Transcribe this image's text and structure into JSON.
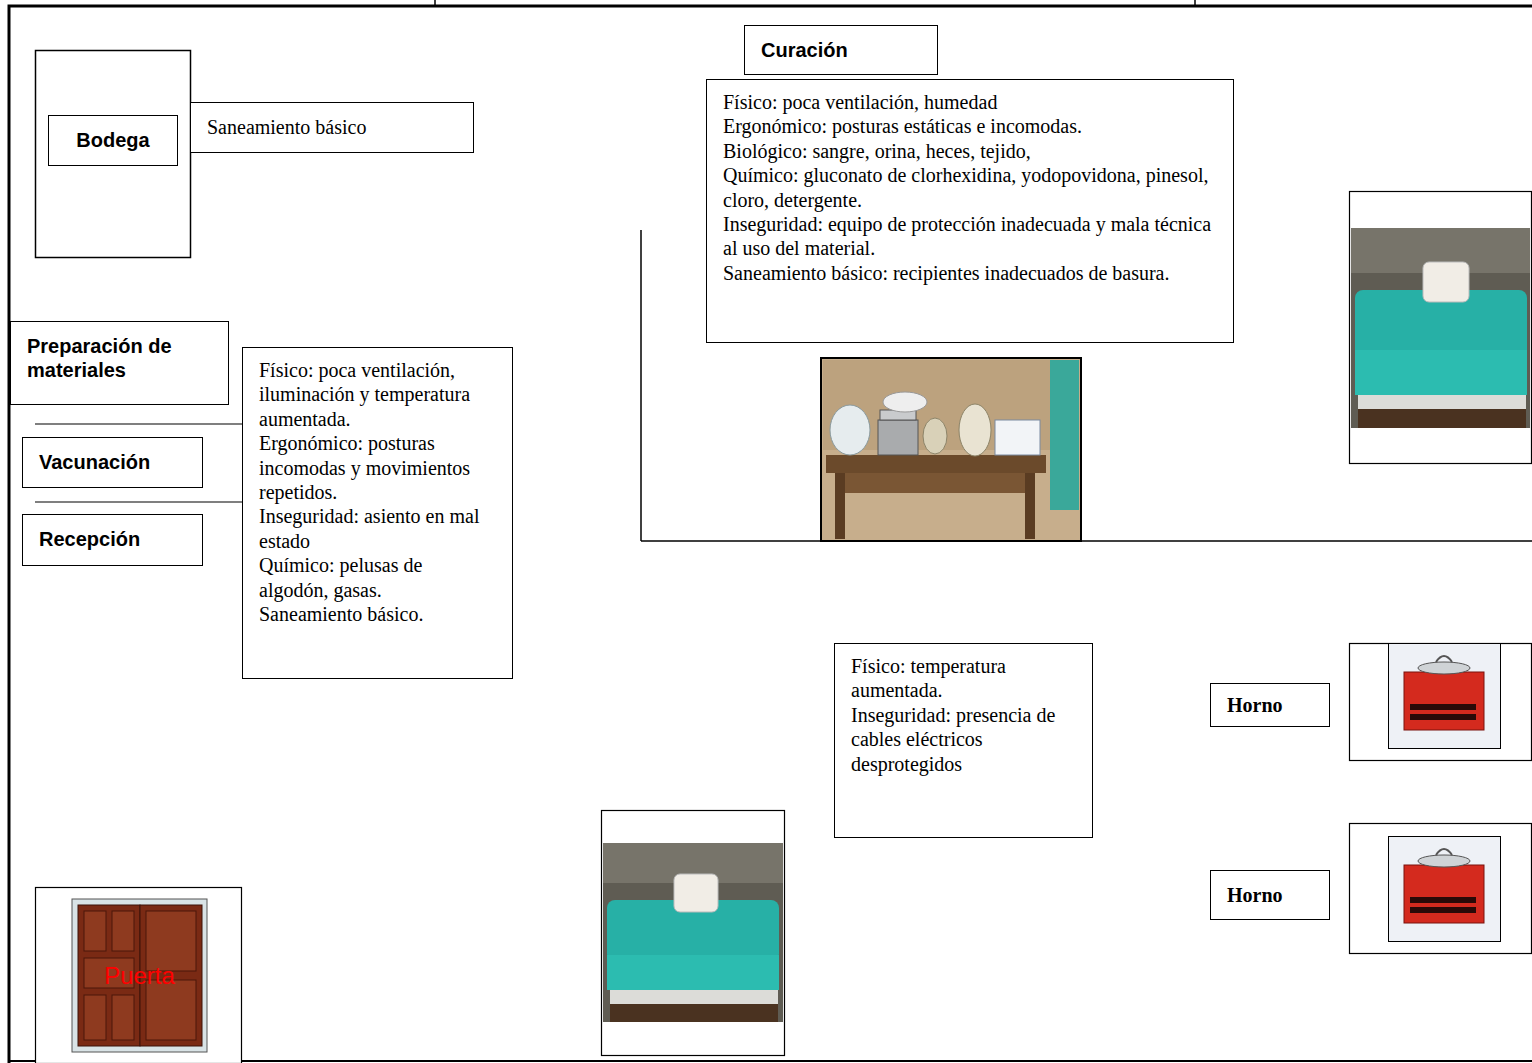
{
  "diagram": {
    "nodes": [
      {
        "text": [
          "Curación"
        ]
      },
      {
        "text": [
          "Físico: poca ventilación, humedad",
          "Ergonómico: posturas estáticas e incomodas.",
          "Biológico: sangre, orina, heces, tejido,",
          "Químico: gluconato de clorhexidina, yodopovidona, pinesol, cloro, detergente.",
          "Inseguridad: equipo de protección inadecuada y mala técnica al uso del material.",
          "Saneamiento básico: recipientes inadecuados de basura."
        ]
      },
      {
        "text": [
          "Bodega"
        ]
      },
      {
        "text": [
          "Saneamiento básico"
        ]
      },
      {
        "text": [
          "Preparación de materiales"
        ]
      },
      {
        "text": [
          "Físico: poca ventilación, iluminación y temperatura aumentada.",
          "Ergonómico: posturas incomodas y movimientos repetidos.",
          "Inseguridad: asiento en mal estado",
          "Químico: pelusas de algodón, gasas.",
          "Saneamiento básico."
        ]
      },
      {
        "text": [
          "Vacunación"
        ]
      },
      {
        "text": [
          "Recepción"
        ]
      },
      {
        "text": [
          "Físico: temperatura aumentada.",
          "Inseguridad: presencia de cables eléctricos desprotegidos"
        ]
      },
      {
        "text": [
          "Horno"
        ]
      },
      {
        "text": [
          "Horno"
        ]
      },
      {
        "text": [
          "Puerta"
        ]
      }
    ]
  }
}
